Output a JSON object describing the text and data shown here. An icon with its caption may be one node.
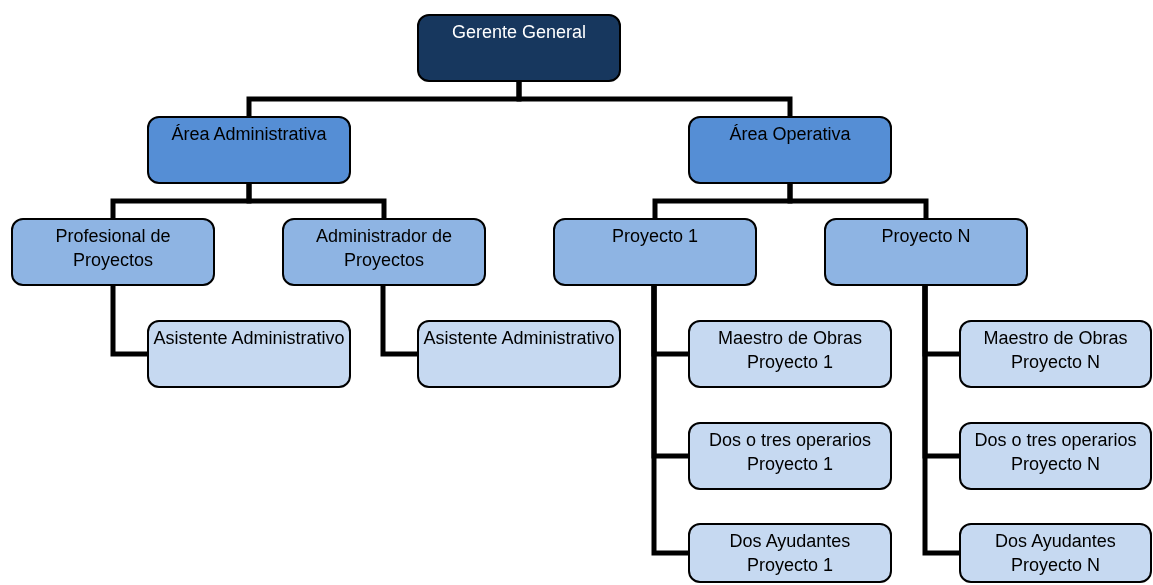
{
  "diagram": {
    "nodes": [
      {
        "text": [
          "Gerente General"
        ]
      },
      {
        "text": [
          "Área Administrativa"
        ]
      },
      {
        "text": [
          "Área Operativa"
        ]
      },
      {
        "text": [
          "Profesional de Proyectos"
        ]
      },
      {
        "text": [
          "Administrador de Proyectos"
        ]
      },
      {
        "text": [
          "Proyecto 1"
        ]
      },
      {
        "text": [
          "Proyecto N"
        ]
      },
      {
        "text": [
          "Asistente Administrativo"
        ]
      },
      {
        "text": [
          "Asistente Administrativo"
        ]
      },
      {
        "text": [
          "Maestro de Obras Proyecto 1"
        ]
      },
      {
        "text": [
          "Dos o tres operarios Proyecto 1"
        ]
      },
      {
        "text": [
          "Dos Ayudantes Proyecto 1"
        ]
      },
      {
        "text": [
          "Maestro de Obras Proyecto N"
        ]
      },
      {
        "text": [
          "Dos o tres operarios Proyecto N"
        ]
      },
      {
        "text": [
          "Dos Ayudantes Proyecto N"
        ]
      }
    ],
    "edges": [
      {
        "from": 0,
        "to": 1,
        "arrow": "none"
      },
      {
        "from": 0,
        "to": 2,
        "arrow": "none"
      },
      {
        "from": 1,
        "to": 3,
        "arrow": "none"
      },
      {
        "from": 1,
        "to": 4,
        "arrow": "none"
      },
      {
        "from": 2,
        "to": 5,
        "arrow": "none"
      },
      {
        "from": 2,
        "to": 6,
        "arrow": "none"
      },
      {
        "from": 3,
        "to": 7,
        "arrow": "none"
      },
      {
        "from": 4,
        "to": 8,
        "arrow": "none"
      },
      {
        "from": 5,
        "to": 9,
        "arrow": "none"
      },
      {
        "from": 5,
        "to": 10,
        "arrow": "none"
      },
      {
        "from": 5,
        "to": 11,
        "arrow": "none"
      },
      {
        "from": 6,
        "to": 12,
        "arrow": "none"
      },
      {
        "from": 6,
        "to": 13,
        "arrow": "none"
      },
      {
        "from": 6,
        "to": 14,
        "arrow": "none"
      }
    ]
  }
}
